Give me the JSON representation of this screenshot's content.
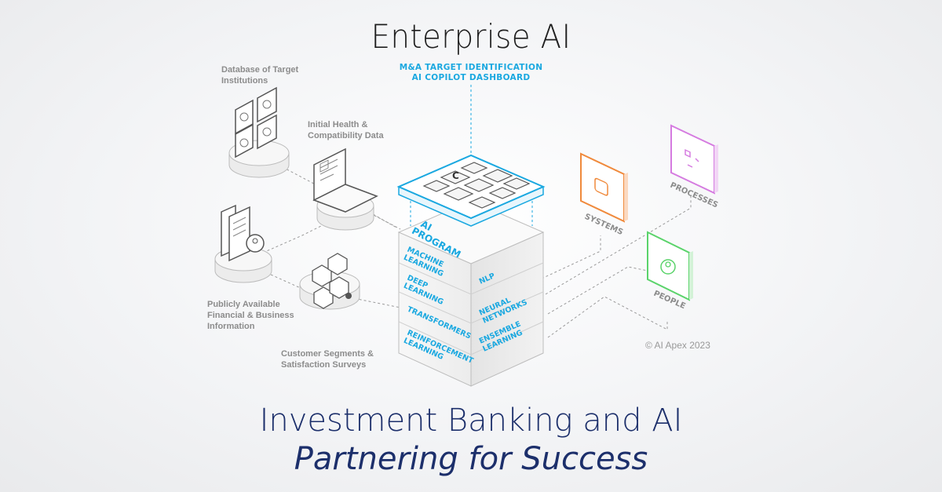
{
  "header": {
    "title": "Enterprise AI"
  },
  "dashboard": {
    "label_line1": "M&A TARGET IDENTIFICATION",
    "label_line2": "AI COPILOT DASHBOARD"
  },
  "sources": [
    {
      "line1": "Database of Target",
      "line2": "Institutions",
      "line3": ""
    },
    {
      "line1": "Initial Health &",
      "line2": "Compatibility Data",
      "line3": ""
    },
    {
      "line1": "Publicly Available",
      "line2": "Financial & Business",
      "line3": "Information"
    },
    {
      "line1": "Customer Segments &",
      "line2": "Satisfaction Surveys",
      "line3": ""
    }
  ],
  "ai_stack": {
    "program_label": [
      "AI",
      "PROGRAM"
    ],
    "left": [
      [
        "MACHINE",
        "LEARNING"
      ],
      [
        "DEEP",
        "LEARNING"
      ],
      [
        "TRANSFORMERS"
      ],
      [
        "REINFORCEMENT",
        "LEARNING"
      ]
    ],
    "right": [
      [
        "NLP"
      ],
      [
        "NEURAL",
        "NETWORKS"
      ],
      [
        "ENSEMBLE",
        "LEARNING"
      ]
    ]
  },
  "outputs": [
    {
      "label": "SYSTEMS",
      "color": "#f08a3c"
    },
    {
      "label": "PROCESSES",
      "color": "#d57be0"
    },
    {
      "label": "PEOPLE",
      "color": "#5ad36a"
    }
  ],
  "colors": {
    "accent": "#1aa8e0",
    "title": "#1f1f1f",
    "footer": "#1c2f6b"
  },
  "footer": {
    "line1": "Investment Banking and AI",
    "line2": "Partnering for Success"
  },
  "copyright": "© AI Apex 2023"
}
